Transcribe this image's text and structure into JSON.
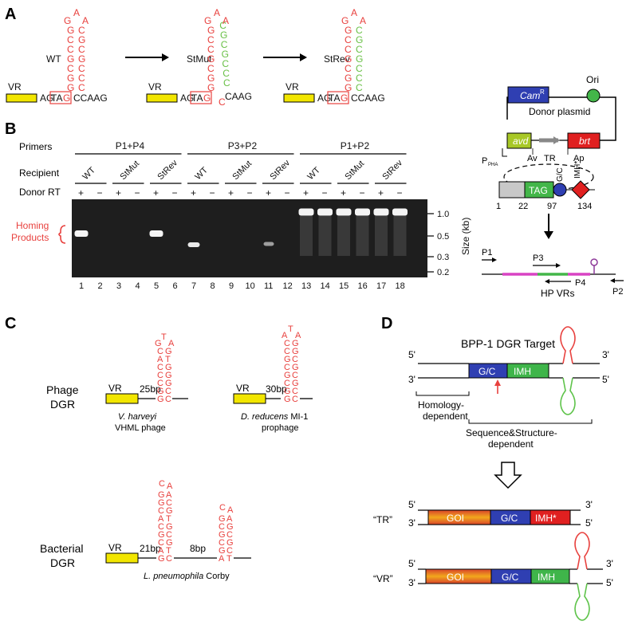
{
  "panels": {
    "a": "A",
    "b": "B",
    "c": "C",
    "d": "D"
  },
  "panel_a": {
    "constructs": [
      "WT",
      "StMut",
      "StRev"
    ],
    "vr": "VR",
    "seq_prefix": "AG",
    "seq_box": "TAG",
    "seq_suffix": "CCAAG",
    "stmut_suffix": "CAAG",
    "loop": [
      "G",
      "A",
      "A"
    ],
    "stem_left": [
      "G",
      "C",
      "C",
      "G",
      "C",
      "G",
      "G"
    ],
    "stem_right": [
      "C",
      "G",
      "C",
      "G",
      "C",
      "C",
      "C"
    ]
  },
  "panel_b": {
    "row_labels": {
      "primers": "Primers",
      "recipient": "Recipient",
      "donor_rt": "Donor RT"
    },
    "primer_groups": [
      "P1+P4",
      "P3+P2",
      "P1+P2"
    ],
    "recipients": [
      "WT",
      "StMut",
      "StRev",
      "WT",
      "StMut",
      "StRev",
      "WT",
      "StMut",
      "StRev"
    ],
    "signs": [
      "+",
      "−",
      "+",
      "−",
      "+",
      "−",
      "+",
      "−",
      "+",
      "−",
      "+",
      "−",
      "+",
      "−",
      "+",
      "−",
      "+",
      "−"
    ],
    "lanes": [
      "1",
      "2",
      "3",
      "4",
      "5",
      "6",
      "7",
      "8",
      "9",
      "10",
      "11",
      "12",
      "13",
      "14",
      "15",
      "16",
      "17",
      "18"
    ],
    "homing_label_1": "Homing",
    "homing_label_2": "Products",
    "size_ticks": [
      "1.0",
      "0.5",
      "0.3",
      "0.2"
    ],
    "size_axis": "Size (kb)"
  },
  "plasmid": {
    "camr": "Cam",
    "camr_sup": "R",
    "ori": "Ori",
    "name": "Donor plasmid",
    "avd": "avd",
    "brt": "brt",
    "pbad": "P",
    "pbad_sub": "PHA",
    "av": "Av",
    "tr": "TR",
    "ap": "Ap",
    "tag": "TAG",
    "gc": "G/C",
    "imh": "IMH*",
    "coords": [
      "1",
      "22",
      "97",
      "134"
    ],
    "primers": [
      "P1",
      "P3",
      "P4",
      "P2"
    ],
    "hp_vrs": "HP VRs"
  },
  "panel_c": {
    "phage_dgr": [
      "Phage",
      "DGR"
    ],
    "bacterial_dgr": [
      "Bacterial",
      "DGR"
    ],
    "vr": "VR",
    "vharveyi_spacer": "25bp",
    "vharveyi_italic": "V. harveyi",
    "vharveyi_line2": "VHML phage",
    "vharveyi_loop": [
      "G",
      "T",
      "A"
    ],
    "vharveyi_left": [
      "C",
      "A",
      "C",
      "C",
      "C",
      "G",
      "G"
    ],
    "vharveyi_right": [
      "G",
      "T",
      "G",
      "G",
      "G",
      "C",
      "C"
    ],
    "dreducens_spacer": "30bp",
    "dreducens_italic": "D. reducens",
    "dreducens_rest": " MI-1",
    "dreducens_line2": "prophage",
    "dreducens_loop": [
      "A",
      "T",
      "A"
    ],
    "dreducens_left": [
      "C",
      "C",
      "G",
      "C",
      "G",
      "C",
      "G",
      "G"
    ],
    "dreducens_right": [
      "G",
      "G",
      "C",
      "G",
      "C",
      "G",
      "C",
      "C"
    ],
    "lpneumo_spacer1": "21bp",
    "lpneumo_spacer2": "8bp",
    "lpneumo_italic": "L. pneumophila",
    "lpneumo_rest": " Corby",
    "lp_loop1": [
      "C",
      "A"
    ],
    "lp_h1_left": [
      "G",
      "G",
      "C",
      "A",
      "C",
      "G",
      "C",
      "A",
      "G"
    ],
    "lp_h1_right": [
      "A",
      "C",
      "G",
      "T",
      "G",
      "C",
      "G",
      "T",
      "C"
    ],
    "lp_loop2": [
      "C",
      "A"
    ],
    "lp_h2_left": [
      "G",
      "C",
      "G",
      "C",
      "G",
      "A"
    ],
    "lp_h2_right": [
      "A",
      "G",
      "C",
      "G",
      "C",
      "T"
    ]
  },
  "panel_d": {
    "title": "BPP-1 DGR Target",
    "five": "5'",
    "three": "3'",
    "gc": "G/C",
    "imh": "IMH",
    "imh_star": "IMH*",
    "goi": "GOI",
    "homology_1": "Homology-",
    "homology_2": "dependent",
    "seqstruct_1": "Sequence&Structure-",
    "seqstruct_2": "dependent",
    "tr_label": "“TR”",
    "vr_label": "“VR”"
  },
  "colors": {
    "red": "#e8413e",
    "green": "#6fc24a",
    "yellow": "#f2e600",
    "blue": "#2f3fb2",
    "gel": "#1e1e1e"
  }
}
